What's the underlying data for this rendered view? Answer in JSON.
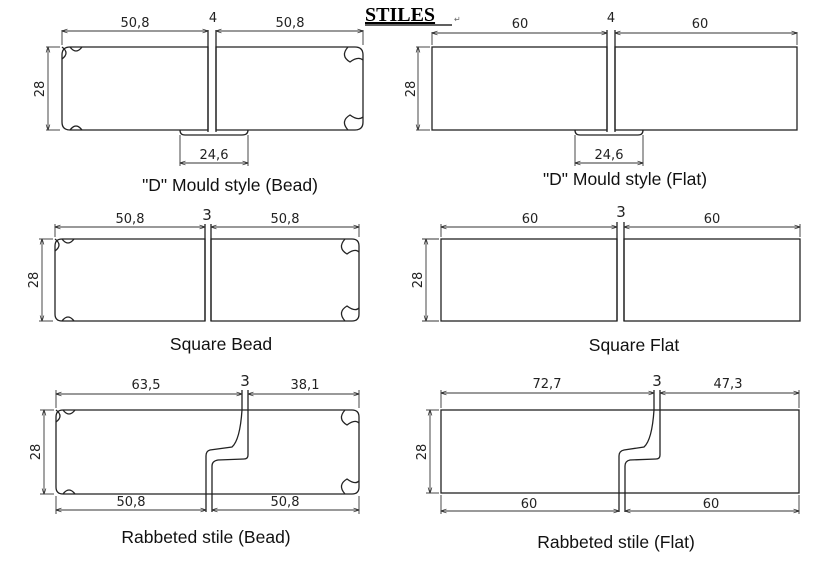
{
  "title": "STILES",
  "title_mark": "↵",
  "diagrams": [
    {
      "key": "d_bead",
      "caption": "\"D\" Mould style (Bead)",
      "left": "50,8",
      "gap": "4",
      "right": "50,8",
      "height": "28",
      "tongue": "24,6"
    },
    {
      "key": "d_flat",
      "caption": "\"D\" Mould style (Flat)",
      "left": "60",
      "gap": "4",
      "right": "60",
      "height": "28",
      "tongue": "24,6"
    },
    {
      "key": "sq_bead",
      "caption": "Square Bead",
      "left": "50,8",
      "gap": "3",
      "right": "50,8",
      "height": "28"
    },
    {
      "key": "sq_flat",
      "caption": "Square Flat",
      "left": "60",
      "gap": "3",
      "right": "60",
      "height": "28"
    },
    {
      "key": "rb_bead",
      "caption": "Rabbeted stile (Bead)",
      "top_left": "63,5",
      "gap": "3",
      "top_right": "38,1",
      "bottom_left": "50,8",
      "bottom_right": "50,8",
      "height": "28"
    },
    {
      "key": "rb_flat",
      "caption": "Rabbeted stile (Flat)",
      "top_left": "72,7",
      "gap": "3",
      "top_right": "47,3",
      "bottom_left": "60",
      "bottom_right": "60",
      "height": "28"
    }
  ]
}
